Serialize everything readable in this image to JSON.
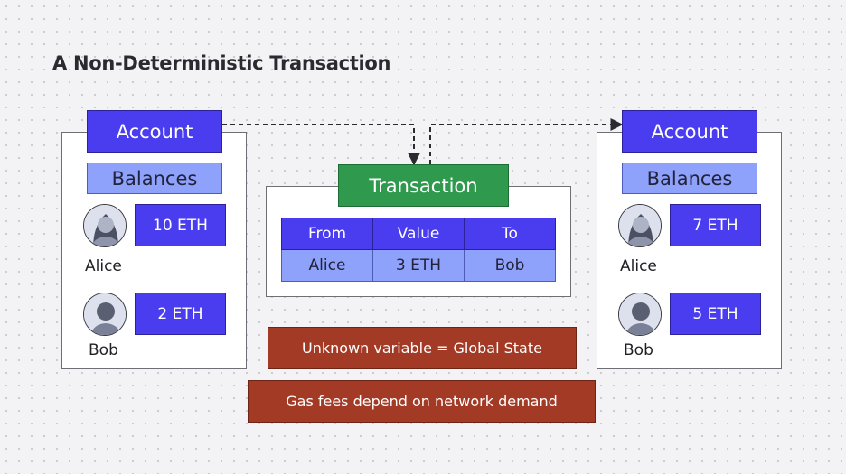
{
  "title": "A Non-Deterministic Transaction",
  "left_account": {
    "header": "Account",
    "balances_label": "Balances",
    "users": [
      {
        "name": "Alice",
        "balance": "10 ETH"
      },
      {
        "name": "Bob",
        "balance": "2 ETH"
      }
    ]
  },
  "right_account": {
    "header": "Account",
    "balances_label": "Balances",
    "users": [
      {
        "name": "Alice",
        "balance": "7 ETH"
      },
      {
        "name": "Bob",
        "balance": "5 ETH"
      }
    ]
  },
  "transaction": {
    "header": "Transaction",
    "columns": [
      "From",
      "Value",
      "To"
    ],
    "row": [
      "Alice",
      "3 ETH",
      "Bob"
    ]
  },
  "notes": [
    "Unknown variable = Global State",
    "Gas fees depend on network demand"
  ],
  "icons": {
    "alice_avatar": "woman-avatar-icon",
    "bob_avatar": "man-avatar-icon",
    "arrow": "dashed-arrow-icon"
  },
  "colors": {
    "account_header": "#4a3df0",
    "balances": "#8ea1fb",
    "transaction_header": "#2f9a4e",
    "note": "#a33a26"
  }
}
